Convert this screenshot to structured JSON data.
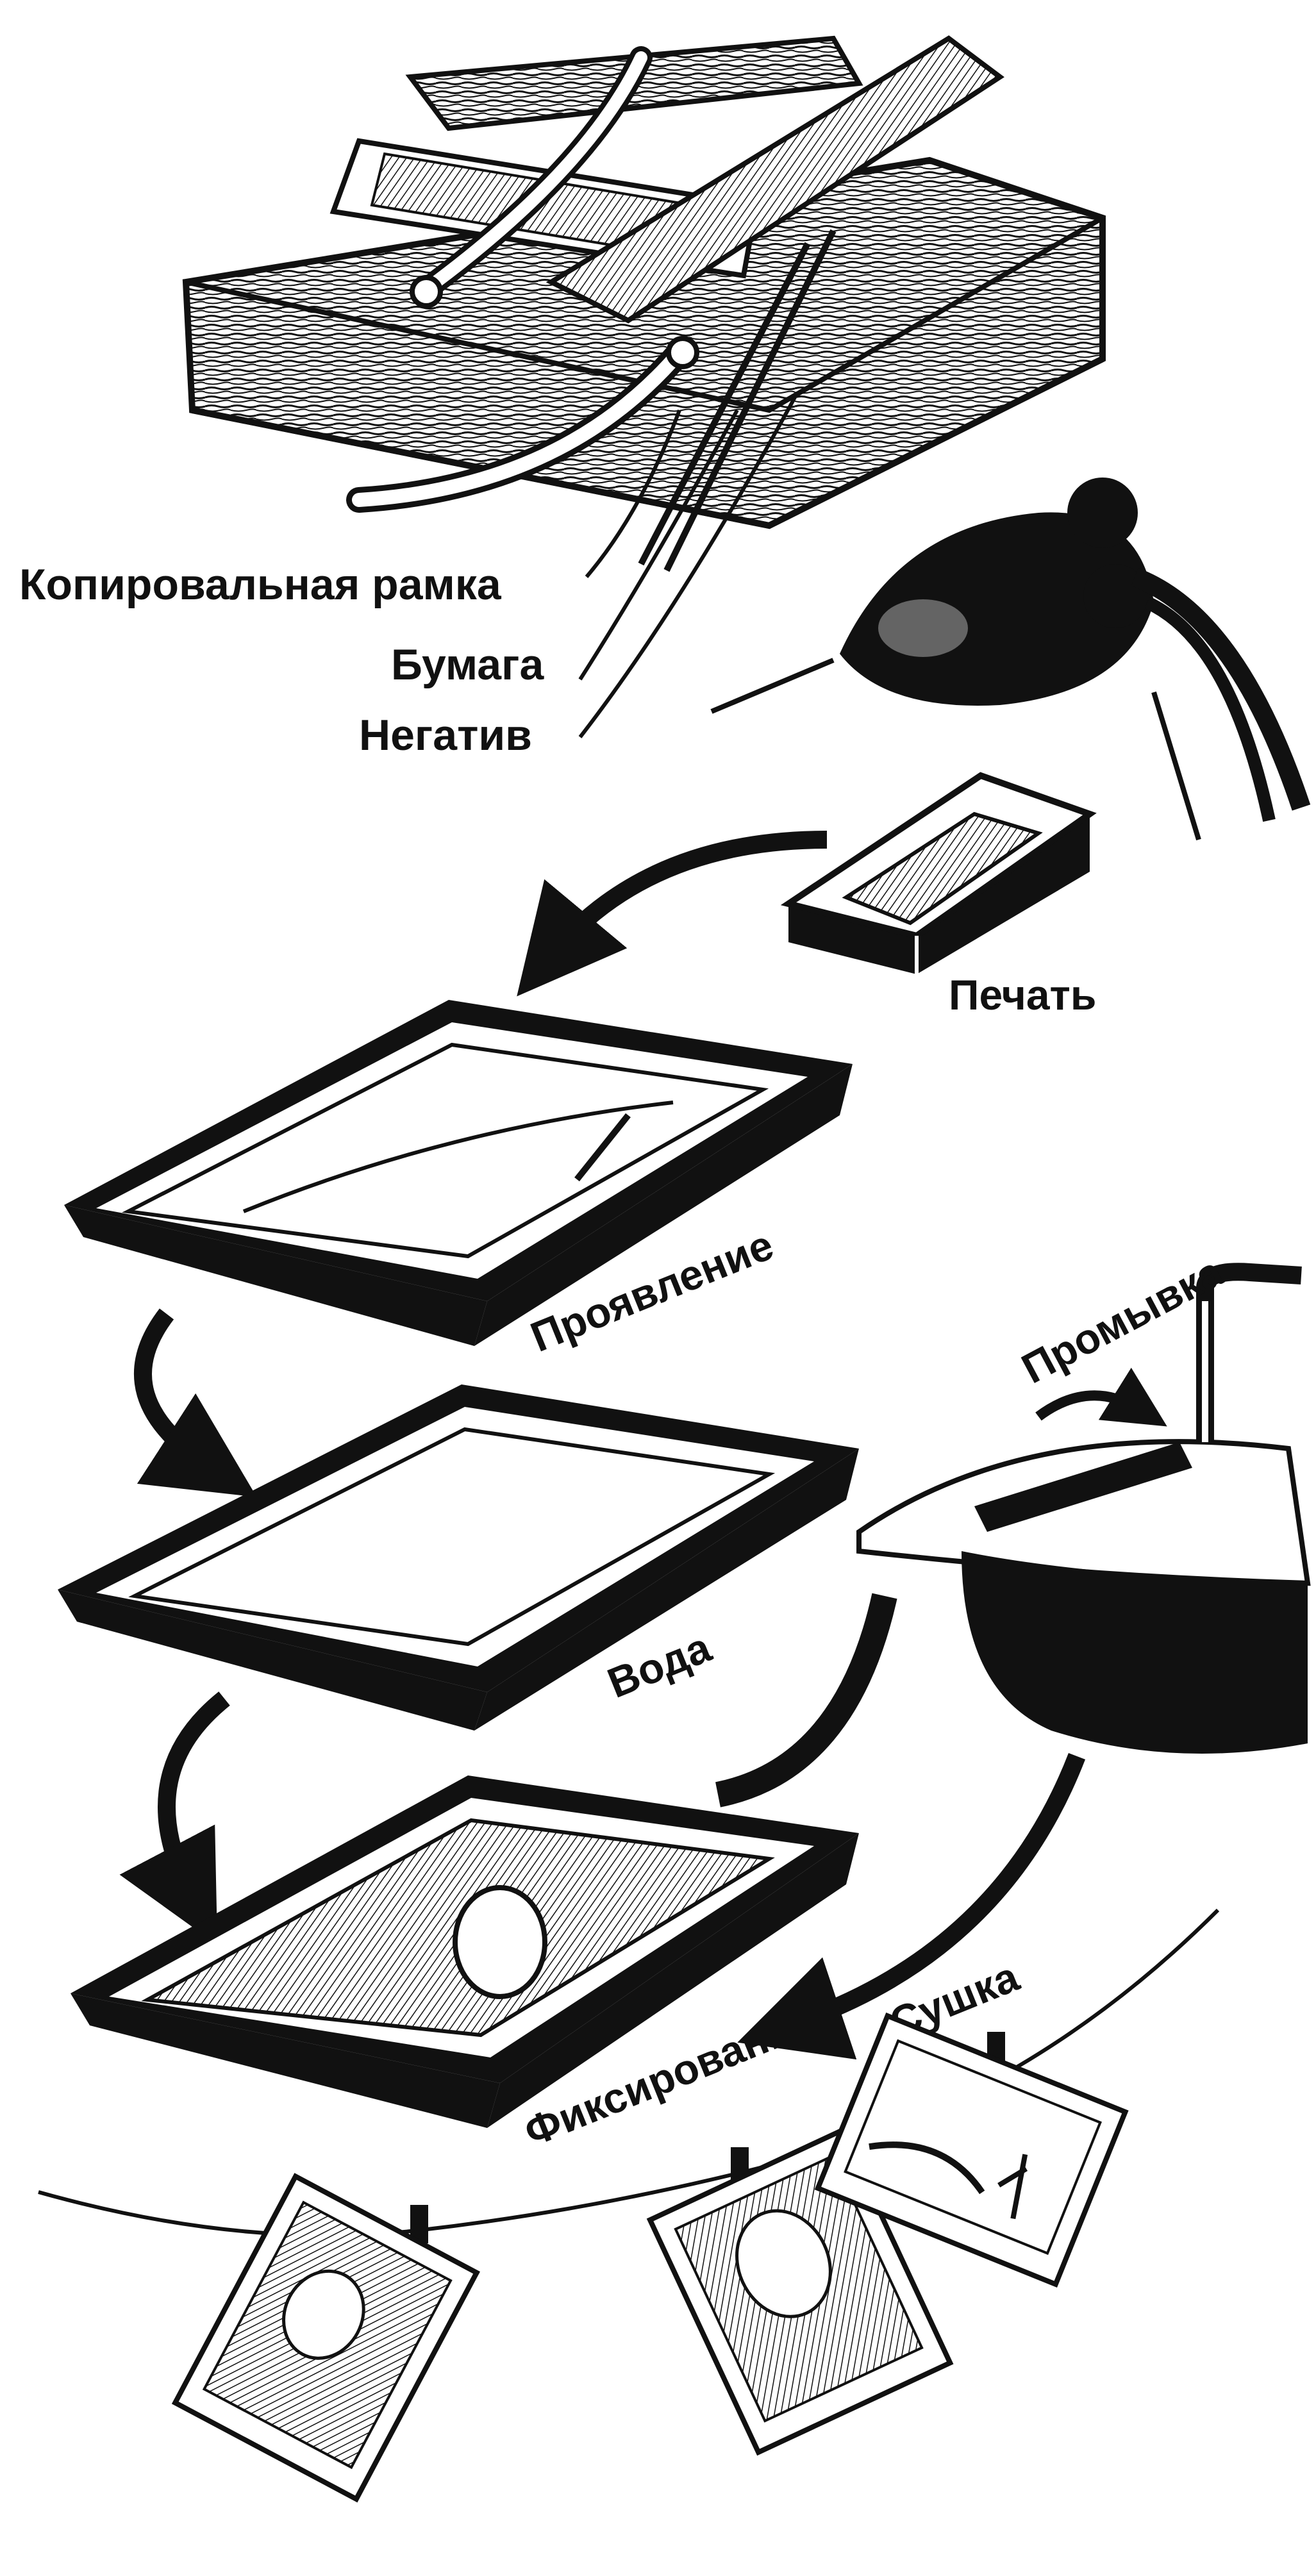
{
  "labels": {
    "frame": "Копировальная рамка",
    "paper": "Бумага",
    "negative": "Негатив",
    "print": "Печать",
    "developing": "Проявление",
    "water": "Вода",
    "rinsing": "Промывка",
    "fixing": "Фиксирование",
    "drying": "Сушка"
  },
  "colors": {
    "ink": "#111111",
    "paper": "#ffffff",
    "wood": "#2a2a2a"
  },
  "icons": [
    "printing-frame-icon",
    "lamp-icon",
    "printing-box-icon",
    "developer-tray-icon",
    "water-tray-icon",
    "fixer-tray-icon",
    "sink-icon",
    "drying-line-icon",
    "clothespin-icon"
  ]
}
